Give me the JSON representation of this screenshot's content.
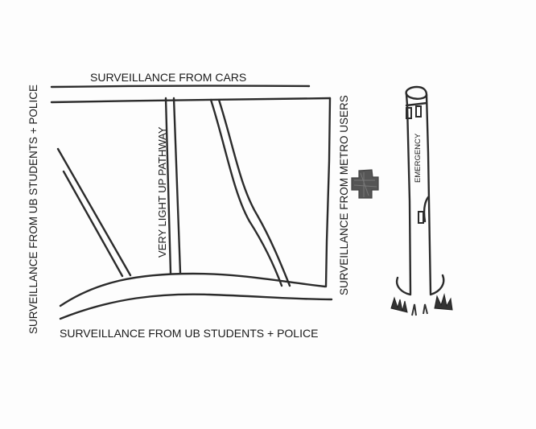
{
  "labels": {
    "top": "SURVEILLANCE FROM CARS",
    "left": "SURVEILLANCE FROM UB STUDENTS + POLICE",
    "bottom": "SURVEILLANCE FROM UB STUDENTS + POLICE",
    "right": "SURVEILLANCE FROM METRO USERS",
    "pathway": "VERY LIGHT UP PATHWAY",
    "pole": "EMERGENCY"
  },
  "icons": {
    "cross": "medical-cross-icon"
  },
  "colors": {
    "ink": "#2b2b2b",
    "cross": "#555555"
  }
}
